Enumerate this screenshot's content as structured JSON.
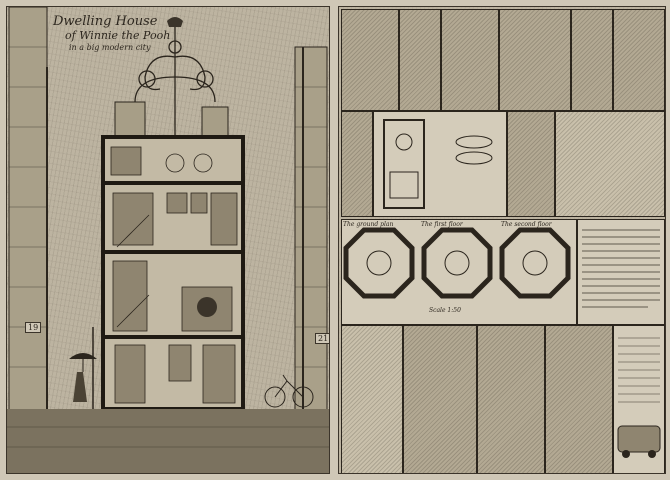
{
  "artwork": {
    "title_line1": "Dwelling House",
    "title_line2": "of Winnie the Pooh",
    "title_line3": "in a big modern city",
    "house_number_left": "19",
    "house_number_right": "21",
    "plan_labels": {
      "ground": "The ground plan",
      "first": "The first floor",
      "second": "The second floor",
      "scale": "Scale 1:50"
    },
    "colors": {
      "paper": "#cfc7b6",
      "ink": "#2b251d",
      "wash": "#bdb4a1"
    }
  }
}
